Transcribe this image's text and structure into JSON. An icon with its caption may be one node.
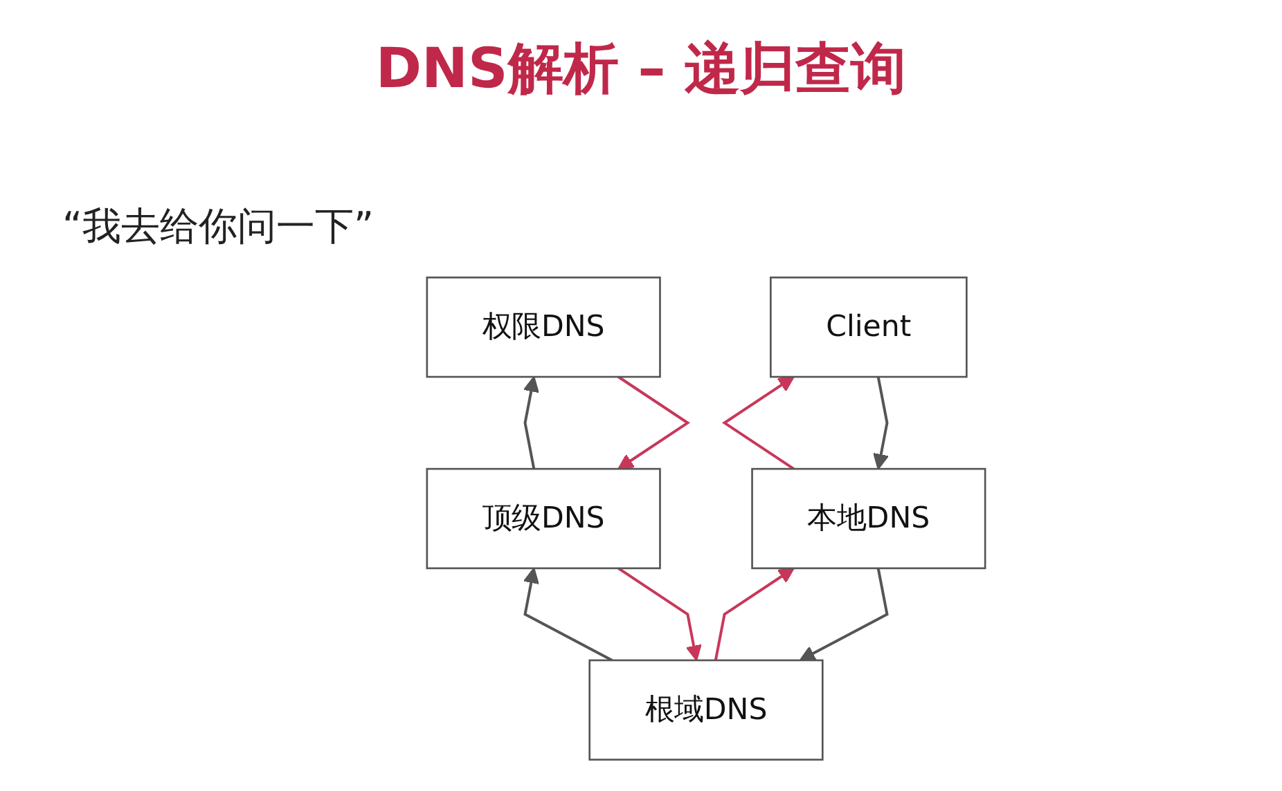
{
  "diagram": {
    "title": "DNS解析 – 递归查询",
    "nodes": [
      {
        "text": [
          "根域DNS"
        ]
      },
      {
        "text": [
          "顶级DNS"
        ]
      },
      {
        "text": [
          "本地DNS"
        ]
      },
      {
        "text": [
          "权限DNS"
        ]
      },
      {
        "text": [
          "Client"
        ]
      }
    ],
    "edges": [
      {
        "from": 4,
        "to": 2,
        "arrow": "to",
        "color": "#555555"
      },
      {
        "from": 2,
        "to": 0,
        "arrow": "to",
        "color": "#555555"
      },
      {
        "from": 0,
        "to": 1,
        "arrow": "to",
        "color": "#555555"
      },
      {
        "from": 1,
        "to": 3,
        "arrow": "to",
        "color": "#555555"
      },
      {
        "from": 3,
        "to": 1,
        "arrow": "to",
        "color": "#c8375a"
      },
      {
        "from": 1,
        "to": 0,
        "arrow": "to",
        "color": "#c8375a"
      },
      {
        "from": 0,
        "to": 2,
        "arrow": "to",
        "color": "#c8375a"
      },
      {
        "from": 2,
        "to": 4,
        "arrow": "to",
        "color": "#c8375a"
      }
    ],
    "labels": [
      "“我去给你问一下”"
    ]
  }
}
